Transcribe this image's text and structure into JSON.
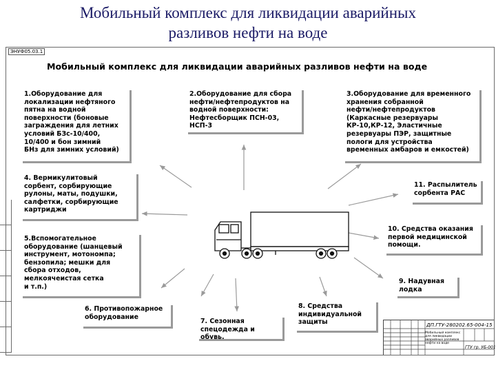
{
  "slide": {
    "title_line1": "Мобильный комплекс для ликвидации аварийных",
    "title_line2": "разливов нефти на воде"
  },
  "sheet": {
    "stamp": "ЭНУФ05.03.1",
    "diagram_title": "Мобильный комплекс для ликвидации аварийных разливов нефти на воде",
    "margin_cells": [
      "",
      "",
      "",
      "",
      "",
      ""
    ]
  },
  "boxes": [
    {
      "id": "1",
      "text": "1.Оборудование для\nлокализации нефтяного\nпятна на водной\nповерхности (боновые\nзаграждения для летних\nусловий БЗс-10/400,\n10/400 и бон зимний\nБНз для зимних условий)"
    },
    {
      "id": "2",
      "text": "2.Оборудование для сбора\nнефти/нефтепродуктов на\nводной поверхности:\nНефтесборщик ПСН-03,\nНСП-3"
    },
    {
      "id": "3",
      "text": "3.Оборудование для временного\nхранения собранной\nнефти/нефтепродуктов\n(Каркасные резервуары\nКР-10,КР-12, Эластичные\nрезервуары ПЭР, защитные\nпологи для устройства\nвременных амбаров и емкостей)"
    },
    {
      "id": "4",
      "text": "4. Вермикулитовый\nсорбент, сорбирующие\nрулоны, маты, подушки,\nсалфетки, сорбирующие\nкартриджи"
    },
    {
      "id": "11",
      "text": "11. Распылитель\nсорбента РАС"
    },
    {
      "id": "5",
      "text": "5.Вспомогательное\nоборудование (шанцевый\nинструмент, мотономпа;\nбензопила; мешки для\nсбора отходов,\nмелкоячеистая сетка\nи т.п.)"
    },
    {
      "id": "10",
      "text": "10. Средства оказания\nпервой медицинской\nпомощи."
    },
    {
      "id": "9",
      "text": "9. Надувная\nлодка"
    },
    {
      "id": "6",
      "text": "6. Противопожарное\nоборудование"
    },
    {
      "id": "8",
      "text": "8. Средства\nиндивидуальной\nзащиты"
    },
    {
      "id": "7",
      "text": "7. Сезонная\nспецодежда и обувь."
    }
  ],
  "title_block": {
    "code": "ДП.ГТУ-280202.65-004-15",
    "description": "Мобильный комплекс для ликвидации аварийных разливов нефти на воде",
    "sheet_number": "ГТУ гр. УБ-001"
  },
  "colors": {
    "slide_title": "#1b1b66",
    "border": "#6a6a6a",
    "shadow": "#9a9a9a",
    "truck_fill": "#ffffff"
  },
  "icons": {
    "truck": "truck-icon",
    "arrows": "arrow-icon"
  }
}
